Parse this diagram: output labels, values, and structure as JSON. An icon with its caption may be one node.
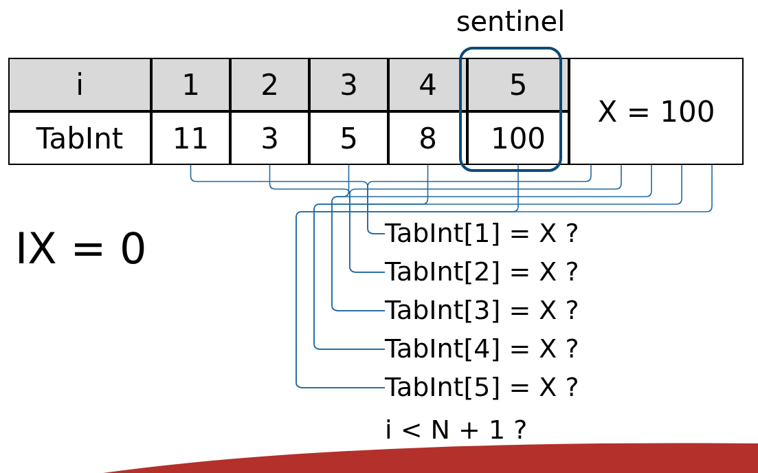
{
  "diagram": {
    "nodes": [
      {
        "text": [
          "11"
        ]
      },
      {
        "text": [
          "3"
        ]
      },
      {
        "text": [
          "5"
        ]
      },
      {
        "text": [
          "8"
        ]
      },
      {
        "text": [
          "100"
        ]
      },
      {
        "text": [
          "X = 100"
        ]
      },
      {
        "text": [
          "sentinel"
        ]
      },
      {
        "text": [
          "TabInt[1] = X ?"
        ]
      },
      {
        "text": [
          "TabInt[2] = X ?"
        ]
      },
      {
        "text": [
          "TabInt[3] = X ?"
        ]
      },
      {
        "text": [
          "TabInt[4] = X ?"
        ]
      },
      {
        "text": [
          "TabInt[5] = X ?"
        ]
      }
    ],
    "edges": [
      {
        "from": 0,
        "to": 7,
        "arrow": "none"
      },
      {
        "from": 5,
        "to": 7,
        "arrow": "none"
      },
      {
        "from": 1,
        "to": 8,
        "arrow": "none"
      },
      {
        "from": 5,
        "to": 8,
        "arrow": "none"
      },
      {
        "from": 2,
        "to": 9,
        "arrow": "none"
      },
      {
        "from": 5,
        "to": 9,
        "arrow": "none"
      },
      {
        "from": 3,
        "to": 10,
        "arrow": "none"
      },
      {
        "from": 5,
        "to": 10,
        "arrow": "none"
      },
      {
        "from": 4,
        "to": 11,
        "arrow": "none"
      },
      {
        "from": 5,
        "to": 11,
        "arrow": "none"
      }
    ],
    "labels": [
      "i",
      "1",
      "2",
      "3",
      "4",
      "5",
      "TabInt",
      "IX = 0",
      "i < N + 1 ?"
    ]
  }
}
